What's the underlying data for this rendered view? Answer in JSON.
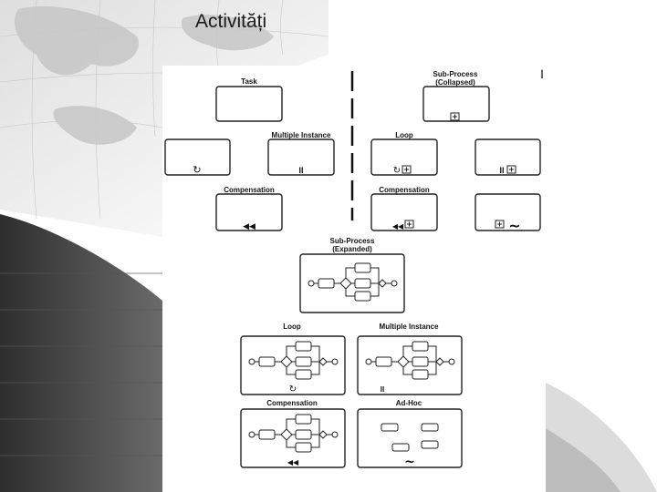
{
  "slide": {
    "title": "Activități"
  },
  "diagram": {
    "labels": {
      "task": "Task",
      "subprocess_collapsed_1": "Sub-Process",
      "subprocess_collapsed_2": "(Collapsed)",
      "multiple_instance_top": "Multiple Instance",
      "loop_top": "Loop",
      "compensation_left": "Compensation",
      "compensation_right": "Compensation",
      "subprocess_expanded_1": "Sub-Process",
      "subprocess_expanded_2": "(Expanded)",
      "loop_bottom": "Loop",
      "multiple_instance_bottom": "Multiple Instance",
      "compensation_bottom": "Compensation",
      "adhoc": "Ad-Hoc"
    },
    "markers": {
      "loop_glyph": "↻",
      "mi_glyph": "II",
      "compensation_glyph": "◀◀",
      "collapsed_glyph": "⊞",
      "adhoc_glyph": "~"
    },
    "colors": {
      "stroke": "#222222",
      "background_dark": "#3a3a3a",
      "background_light": "#e8e8e8"
    }
  }
}
